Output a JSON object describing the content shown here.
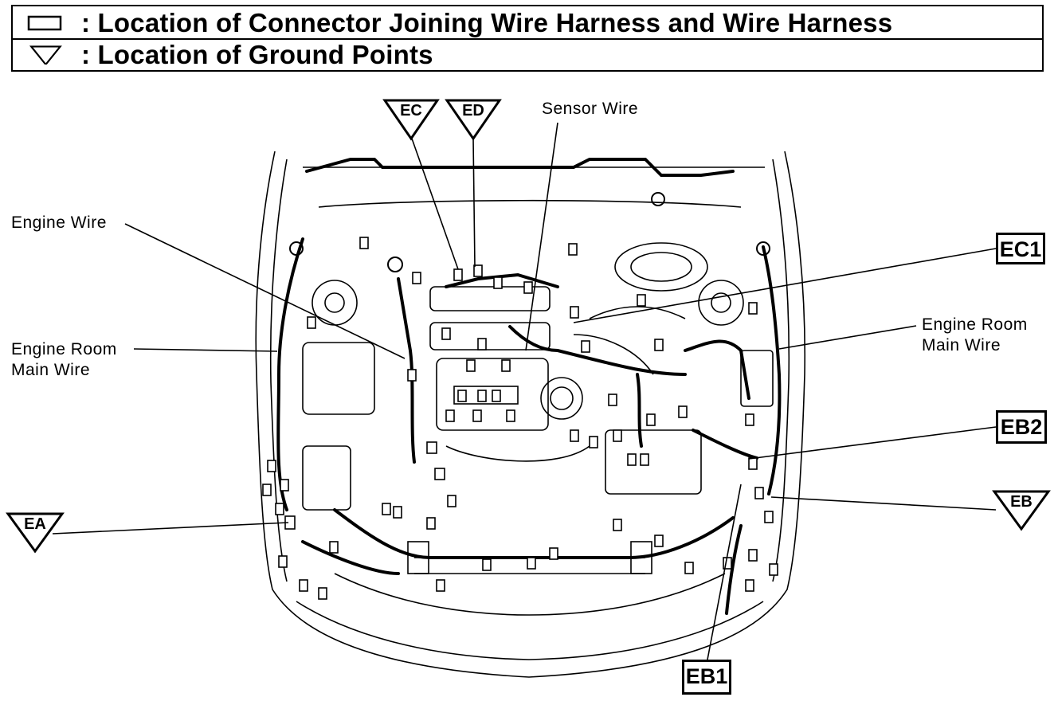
{
  "legend": {
    "connector_text": ": Location of Connector Joining Wire Harness and Wire Harness",
    "ground_text": ": Location of Ground Points"
  },
  "labels": {
    "sensor_wire": "Sensor Wire",
    "engine_wire": "Engine Wire",
    "engine_room_main_wire_left_1": "Engine Room",
    "engine_room_main_wire_left_2": "Main Wire",
    "engine_room_main_wire_right_1": "Engine Room",
    "engine_room_main_wire_right_2": "Main Wire"
  },
  "connectors": {
    "ec1": "EC1",
    "eb2": "EB2",
    "eb1": "EB1"
  },
  "grounds": {
    "ec": "EC",
    "ed": "ED",
    "ea": "EA",
    "eb": "EB"
  },
  "colors": {
    "ink": "#000000",
    "paper": "#ffffff"
  }
}
